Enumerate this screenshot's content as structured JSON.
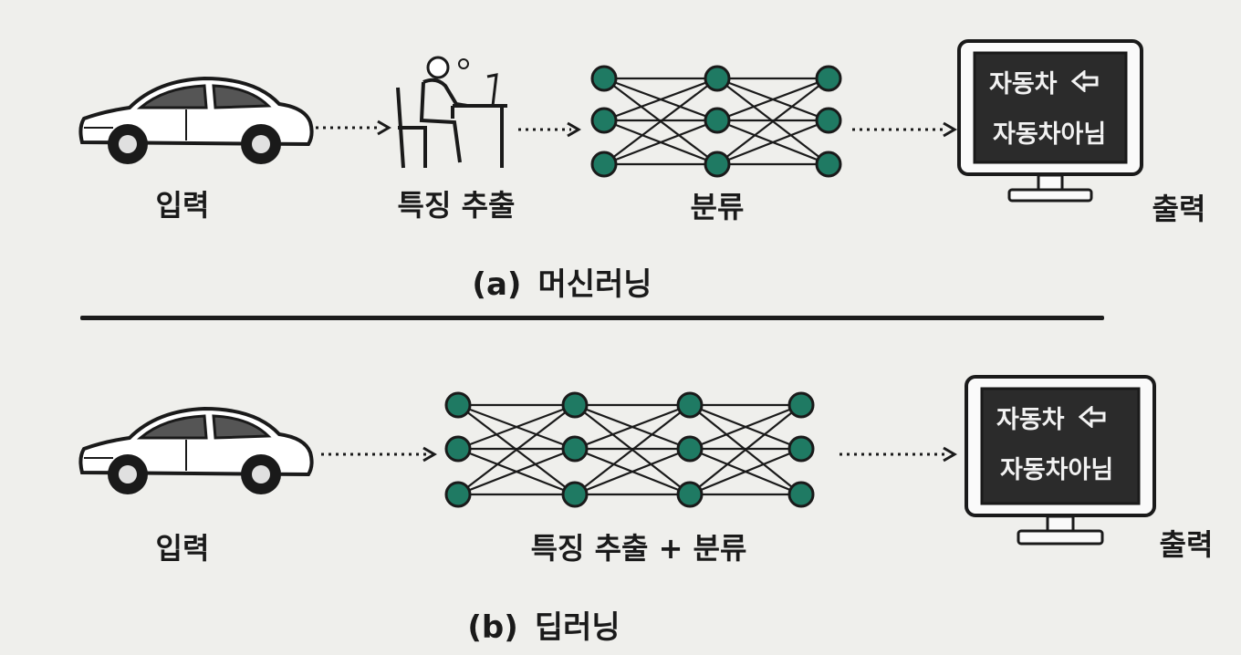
{
  "row_a": {
    "input_label": "입력",
    "feature_label": "특징 추출",
    "classify_label": "분류",
    "output_label": "출력",
    "monitor": {
      "option1": "자동차",
      "option2": "자동차아님"
    },
    "caption_tag": "(a)",
    "caption_text": "머신러닝"
  },
  "row_b": {
    "input_label": "입력",
    "combined_label": "특징 추출 + 분류",
    "output_label": "출력",
    "monitor": {
      "option1": "자동차",
      "option2": "자동차아님"
    },
    "caption_tag": "(b)",
    "caption_text": "딥러닝"
  },
  "icons": {
    "car": "car-icon",
    "person": "person-at-desk-icon",
    "network": "neural-network-icon",
    "monitor": "monitor-icon",
    "pointer": "left-arrow-icon"
  },
  "colors": {
    "node_fill": "#1f7a63",
    "screen": "#2b2b2b",
    "ink": "#1a1a1a"
  }
}
